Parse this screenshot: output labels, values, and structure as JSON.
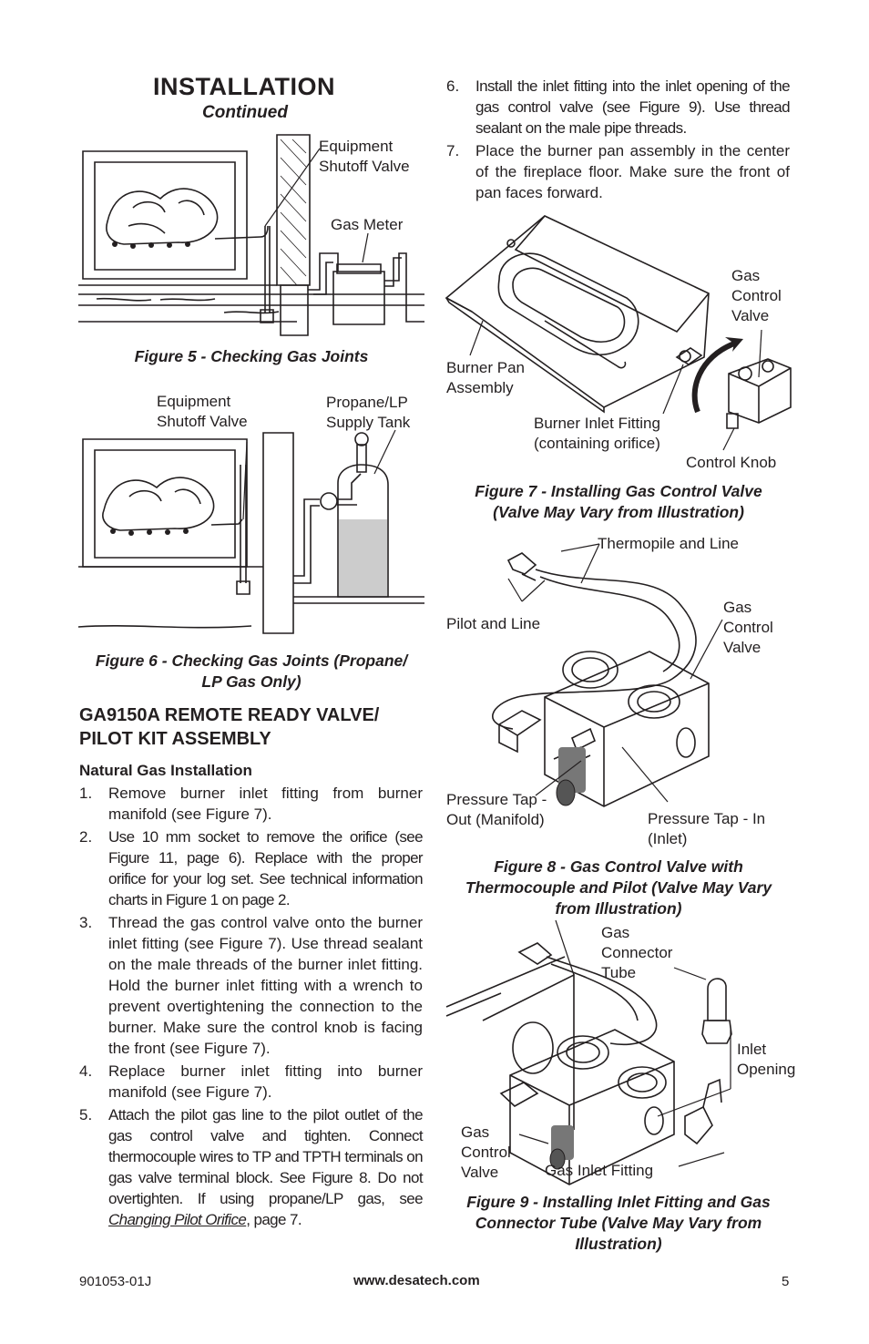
{
  "header": {
    "title": "INSTALLATION",
    "subtitle": "Continued"
  },
  "figure5": {
    "caption": "Figure 5 - Checking Gas Joints",
    "labels": {
      "shutoff": "Equipment\nShutoff Valve",
      "meter": "Gas Meter"
    }
  },
  "figure6": {
    "caption": "Figure 6 - Checking Gas Joints (Propane/\nLP Gas Only)",
    "labels": {
      "shutoff": "Equipment\nShutoff Valve",
      "tank": "Propane/LP\nSupply Tank"
    }
  },
  "section": {
    "title": "GA9150A REMOTE READY VALVE/\nPILOT KIT ASSEMBLY",
    "subtitle": "Natural Gas Installation",
    "steps": [
      {
        "num": "1.",
        "text": "Remove burner inlet fitting from burner manifold (see Figure 7)."
      },
      {
        "num": "2.",
        "text": "Use 10 mm socket to remove the orifice (see Figure 11, page 6). Replace with the proper orifice for your log set. See technical information charts in Figure 1 on page 2."
      },
      {
        "num": "3.",
        "text": "Thread the gas control valve onto the burner inlet fitting (see Figure 7). Use thread sealant on the male threads of the burner inlet fitting. Hold the burner inlet fitting with a wrench to prevent overtightening the connection to the burner. Make sure the control knob is facing the front (see Figure 7)."
      },
      {
        "num": "4.",
        "text": "Replace burner inlet fitting into burner manifold (see Figure 7)."
      },
      {
        "num": "5.",
        "text_before": "Attach the pilot gas line to the pilot outlet of the gas control valve and tighten. Connect thermocouple wires to TP and TPTH terminals on gas valve terminal block. See Figure 8. Do not overtighten. If using propane/LP gas, see ",
        "link": "Changing Pilot Orifice",
        "text_after": ", page 7."
      },
      {
        "num": "6.",
        "text": "Install the inlet fitting into the inlet opening of the gas control valve (see Figure 9). Use thread sealant on the male pipe threads."
      },
      {
        "num": "7.",
        "text": "Place the burner pan assembly in the center of the fireplace floor. Make sure the front of pan faces forward."
      }
    ]
  },
  "figure7": {
    "caption": "Figure 7 - Installing Gas Control Valve\n(Valve May Vary from Illustration)",
    "labels": {
      "valve": "Gas\nControl\nValve",
      "pan": "Burner Pan\nAssembly",
      "fitting": "Burner Inlet Fitting\n(containing orifice)",
      "knob": "Control Knob"
    }
  },
  "figure8": {
    "caption": "Figure 8 - Gas Control Valve with\nThermocouple and Pilot (Valve May Vary\nfrom Illustration)",
    "labels": {
      "thermopile": "Thermopile and Line",
      "pilot": "Pilot and Line",
      "valve": "Gas\nControl\nValve",
      "tap_out": "Pressure Tap -\nOut (Manifold)",
      "tap_in": "Pressure Tap - In\n(Inlet)"
    }
  },
  "figure9": {
    "caption": "Figure 9 - Installing Inlet Fitting and Gas\nConnector Tube (Valve May Vary from\nIllustration)",
    "labels": {
      "tube": "Gas\nConnector\nTube",
      "inlet": "Inlet\nOpening",
      "valve": "Gas\nControl\nValve",
      "inlet_fitting": "Gas Inlet Fitting"
    }
  },
  "footer": {
    "code": "901053-01J",
    "url": "www.desatech.com",
    "page": "5"
  }
}
